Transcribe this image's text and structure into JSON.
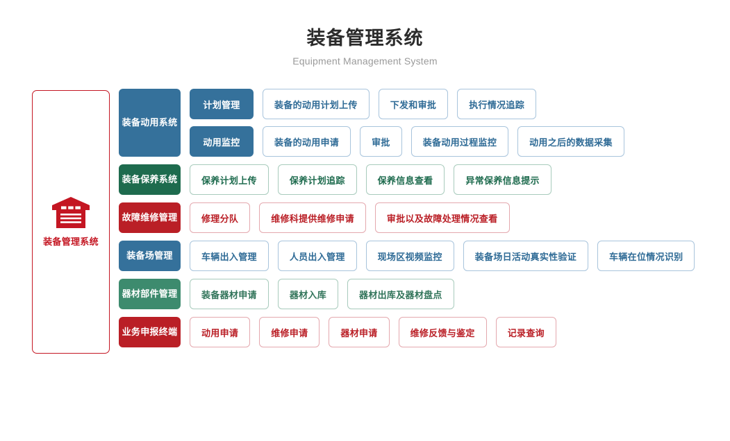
{
  "header": {
    "title_cn": "装备管理系统",
    "title_en": "Equipment Management System"
  },
  "logo_panel": {
    "icon": "warehouse-icon",
    "label": "装备管理系统",
    "border_color": "#c41622",
    "text_color": "#c41622"
  },
  "colors": {
    "blue": "#35719B",
    "dark_green": "#1E6B4E",
    "red": "#BA1F26",
    "medium_green": "#3D8B6E",
    "blue_outline_border": "#A8C4DC",
    "green_outline_border": "#A8CBBC",
    "red_outline_border": "#E4A8AE"
  },
  "rows": [
    {
      "category": "装备动用系统",
      "color": "blue",
      "tall": true,
      "subrows": [
        {
          "subcategory": "计划管理",
          "leaves": [
            "装备的动用计划上传",
            "下发和审批",
            "执行情况追踪"
          ]
        },
        {
          "subcategory": "动用监控",
          "leaves": [
            "装备的动用申请",
            "审批",
            "装备动用过程监控",
            "动用之后的数据采集"
          ]
        }
      ]
    },
    {
      "category": "装备保养系统",
      "color": "dgreen",
      "tall": false,
      "subrows": [
        {
          "subcategory": null,
          "leaves": [
            "保养计划上传",
            "保养计划追踪",
            "保养信息查看",
            "异常保养信息提示"
          ]
        }
      ]
    },
    {
      "category": "故障维修管理",
      "color": "red",
      "tall": false,
      "subrows": [
        {
          "subcategory": null,
          "leaves": [
            "修理分队",
            "维修科提供维修申请",
            "审批以及故障处理情况查看"
          ]
        }
      ]
    },
    {
      "category": "装备场管理",
      "color": "blue",
      "tall": false,
      "subrows": [
        {
          "subcategory": null,
          "leaves": [
            "车辆出入管理",
            "人员出入管理",
            "现场区视频监控",
            "装备场日活动真实性验证",
            "车辆在位情况识别"
          ]
        }
      ]
    },
    {
      "category": "器材部件管理",
      "color": "mgreen",
      "tall": false,
      "subrows": [
        {
          "subcategory": null,
          "leaves": [
            "装备器材申请",
            "器材入库",
            "器材出库及器材盘点"
          ]
        }
      ]
    },
    {
      "category": "业务申报终端",
      "color": "red",
      "tall": false,
      "subrows": [
        {
          "subcategory": null,
          "leaves": [
            "动用申请",
            "维修申请",
            "器材申请",
            "维修反馈与鉴定",
            "记录查询"
          ]
        }
      ]
    }
  ]
}
